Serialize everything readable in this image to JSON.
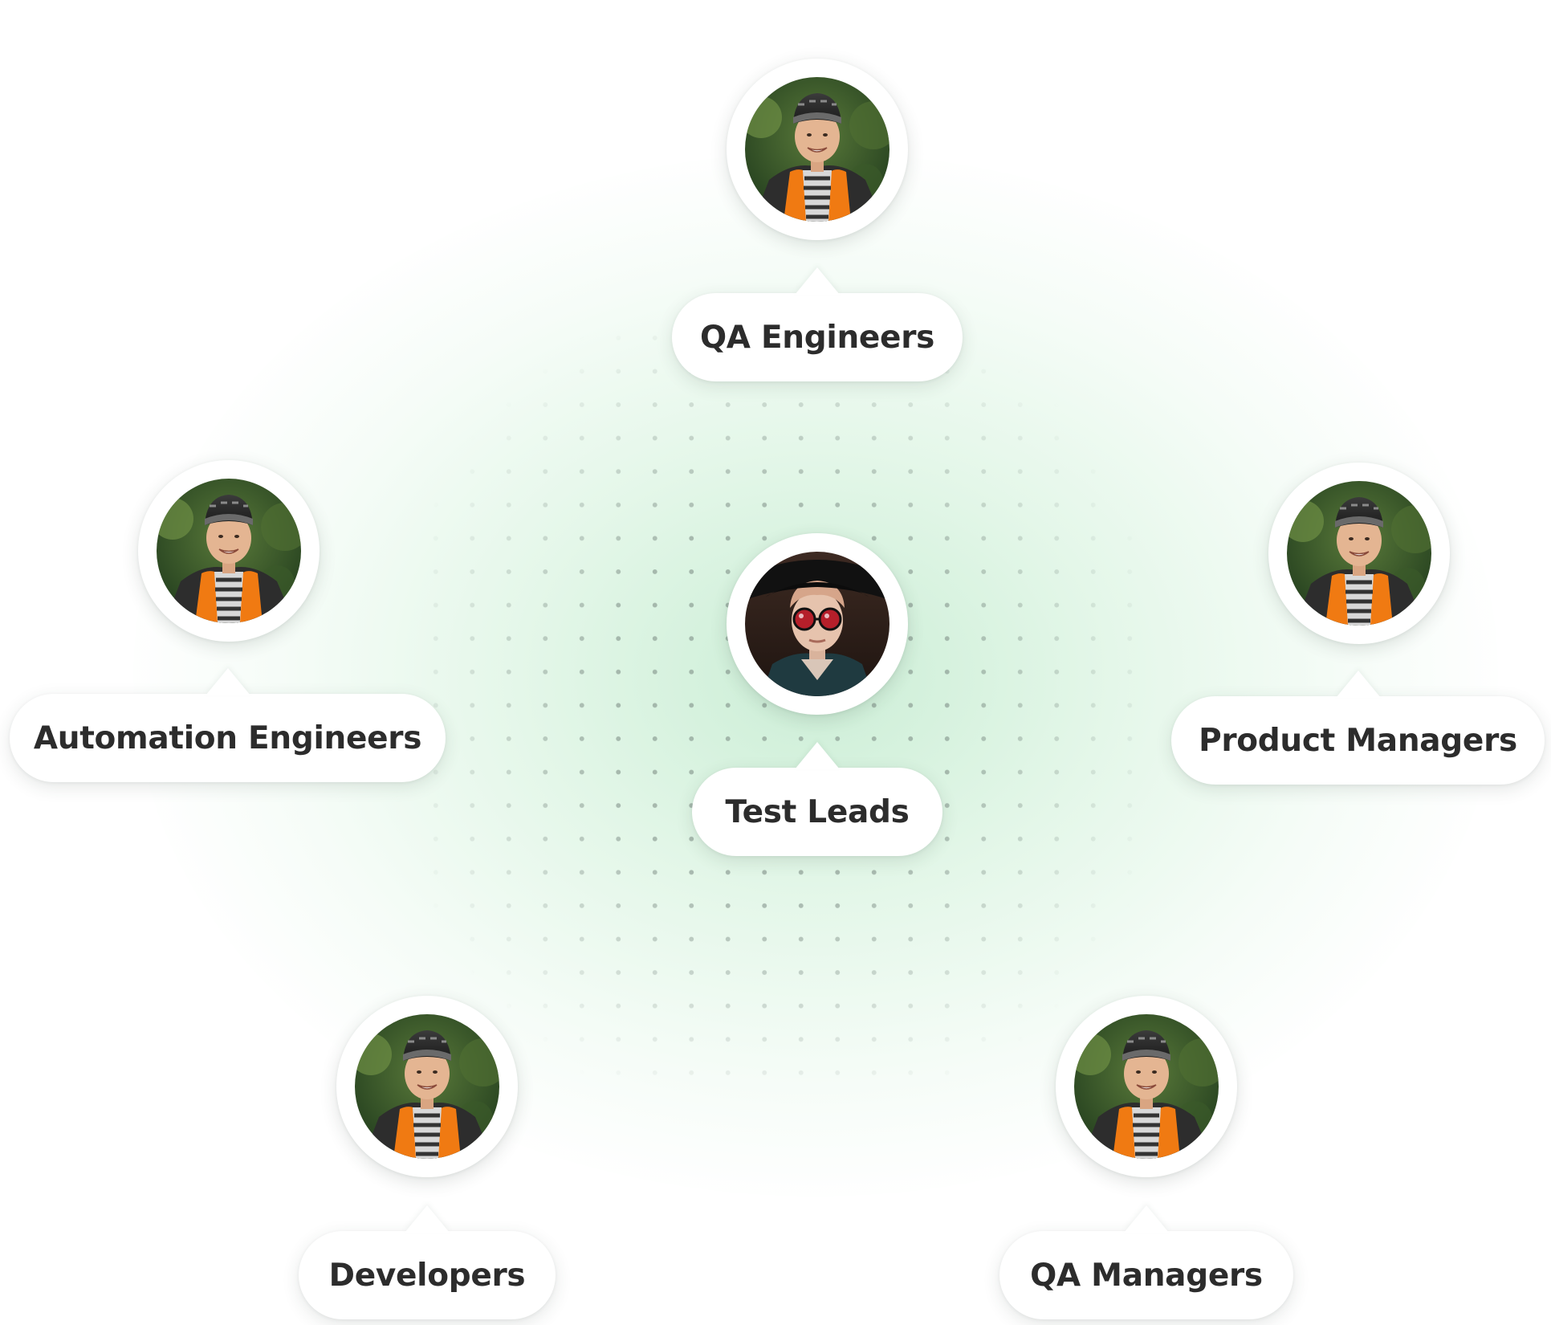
{
  "nodes": [
    {
      "id": "qa-engineers",
      "label": "QA Engineers",
      "avatar_icon": "person-avatar-icon"
    },
    {
      "id": "automation-engineers",
      "label": "Automation Engineers",
      "avatar_icon": "person-avatar-icon"
    },
    {
      "id": "test-leads",
      "label": "Test Leads",
      "avatar_icon": "person-sunglasses-avatar-icon"
    },
    {
      "id": "product-managers",
      "label": "Product Managers",
      "avatar_icon": "person-avatar-icon"
    },
    {
      "id": "developers",
      "label": "Developers",
      "avatar_icon": "person-avatar-icon"
    },
    {
      "id": "qa-managers",
      "label": "QA Managers",
      "avatar_icon": "person-avatar-icon"
    }
  ],
  "colors": {
    "glow": "#c9eed4",
    "dots": "#8a9690",
    "label_text": "#2c2c2c",
    "bubble_bg": "#ffffff"
  }
}
